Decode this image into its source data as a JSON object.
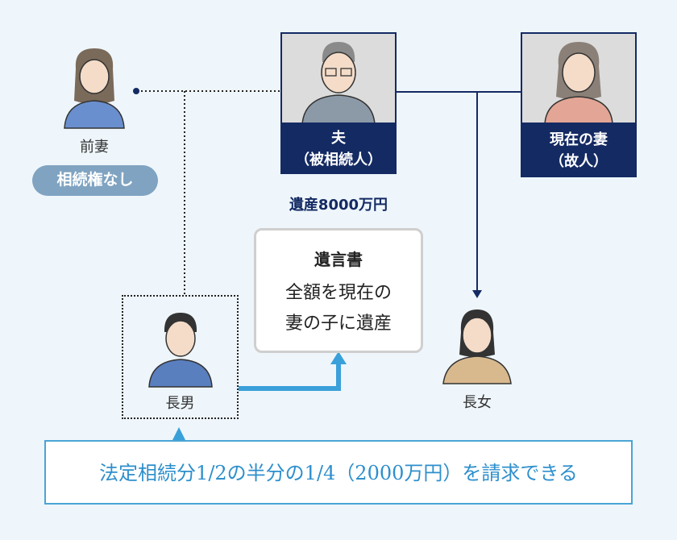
{
  "people": {
    "ex_wife": {
      "name": "前妻",
      "badge": "相続権なし"
    },
    "husband": {
      "line1": "夫",
      "line2": "（被相続人）"
    },
    "current_wife": {
      "line1": "現在の妻",
      "line2": "（故人）"
    },
    "eldest_son": {
      "name": "長男"
    },
    "eldest_daughter": {
      "name": "長女"
    }
  },
  "estate": "遺産8000万円",
  "will": {
    "title": "遺言書",
    "line1": "全額を現在の",
    "line2": "妻の子に遺産"
  },
  "claim": "法定相続分1/2の半分の1/4（2000万円）を請求できる",
  "colors": {
    "navy": "#142a63",
    "accent": "#4aa4d4",
    "badge": "#7fa3c1",
    "background": "#eef6fb"
  }
}
